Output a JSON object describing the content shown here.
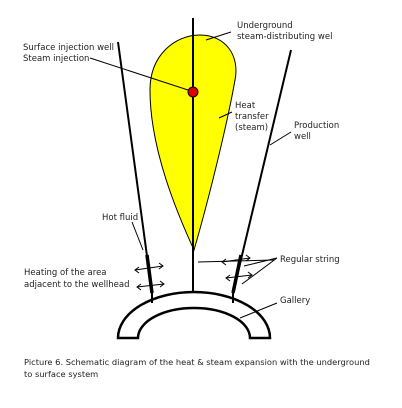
{
  "labels": {
    "underground_well_line1": "Underground",
    "underground_well_line2": "steam-distributing wel",
    "surface_injection_line1": "Surface injection well",
    "surface_injection_line2": "Steam injection",
    "heat_transfer_line1": "Heat",
    "heat_transfer_line2": "transfer",
    "heat_transfer_line3": "(steam)",
    "production_well_line1": "Production",
    "production_well_line2": "well",
    "hot_fluid": "Hot fluid",
    "regular_string": "Regular string",
    "heating_area_line1": "Heating of the area",
    "heating_area_line2": "adjacent to the wellhead",
    "gallery": "Gallery"
  },
  "caption": {
    "line1": "Picture 6. Schematic diagram of the heat & steam expansion with the underground",
    "line2": "to surface system"
  },
  "colors": {
    "steam_zone_fill": "#ffff00",
    "injection_point": "#e00000",
    "lines": "#000000"
  }
}
